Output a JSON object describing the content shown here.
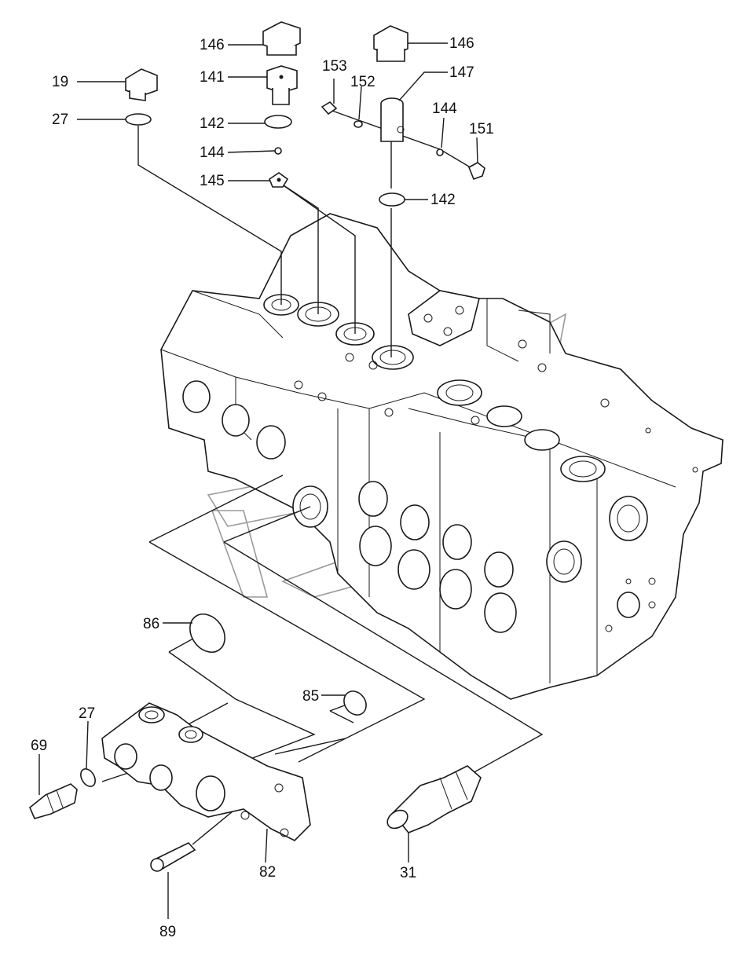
{
  "callouts": {
    "c19": "19",
    "c27_top": "27",
    "c146_left": "146",
    "c141": "141",
    "c142_left": "142",
    "c144_left": "144",
    "c145": "145",
    "c146_right": "146",
    "c153": "153",
    "c152": "152",
    "c147": "147",
    "c144_right": "144",
    "c151": "151",
    "c142_right": "142",
    "c86": "86",
    "c85": "85",
    "c27_bottom": "27",
    "c69": "69",
    "c82": "82",
    "c89": "89",
    "c31": "31"
  }
}
